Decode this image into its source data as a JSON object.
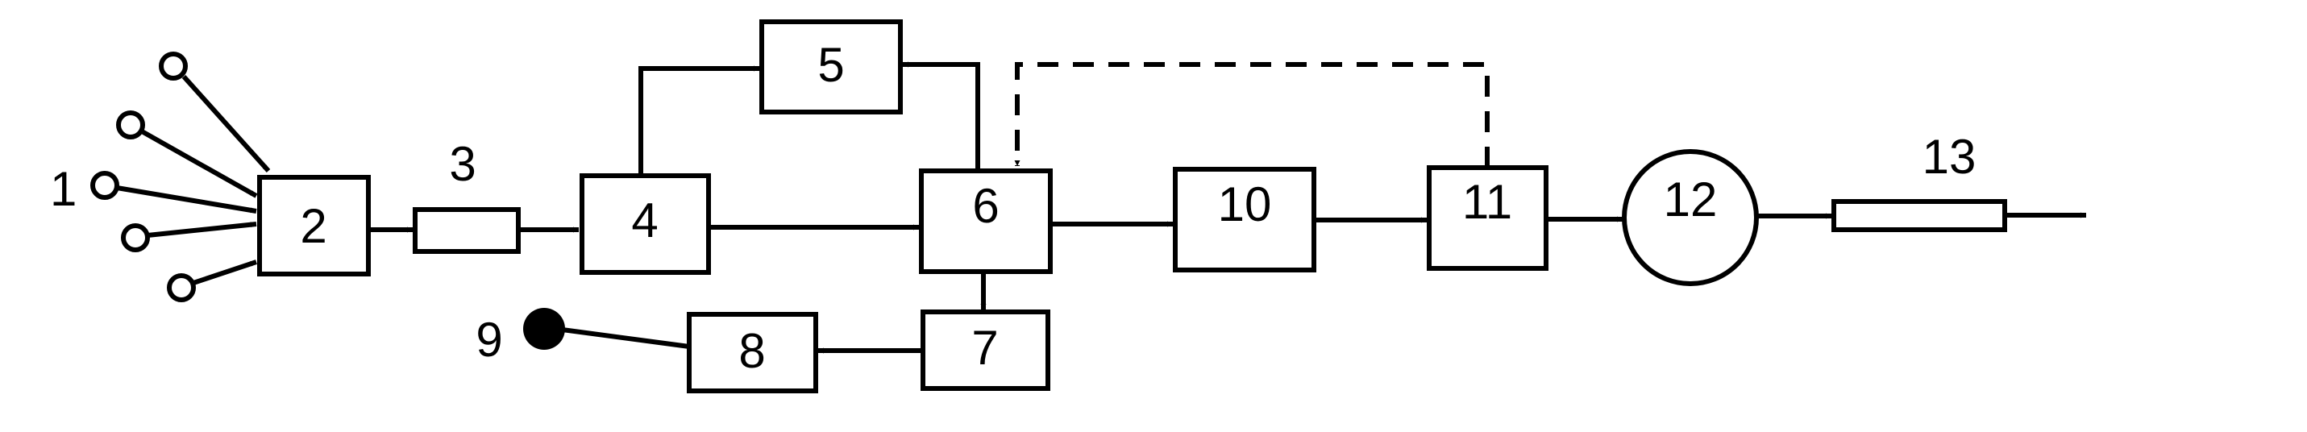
{
  "blocks": {
    "b2": "2",
    "b4": "4",
    "b5": "5",
    "b6": "6",
    "b7": "7",
    "b8": "8",
    "b10": "10",
    "b11": "11",
    "b12": "12"
  },
  "labels": {
    "inputs": "1",
    "element3": "3",
    "terminal9": "9",
    "element13": "13"
  }
}
